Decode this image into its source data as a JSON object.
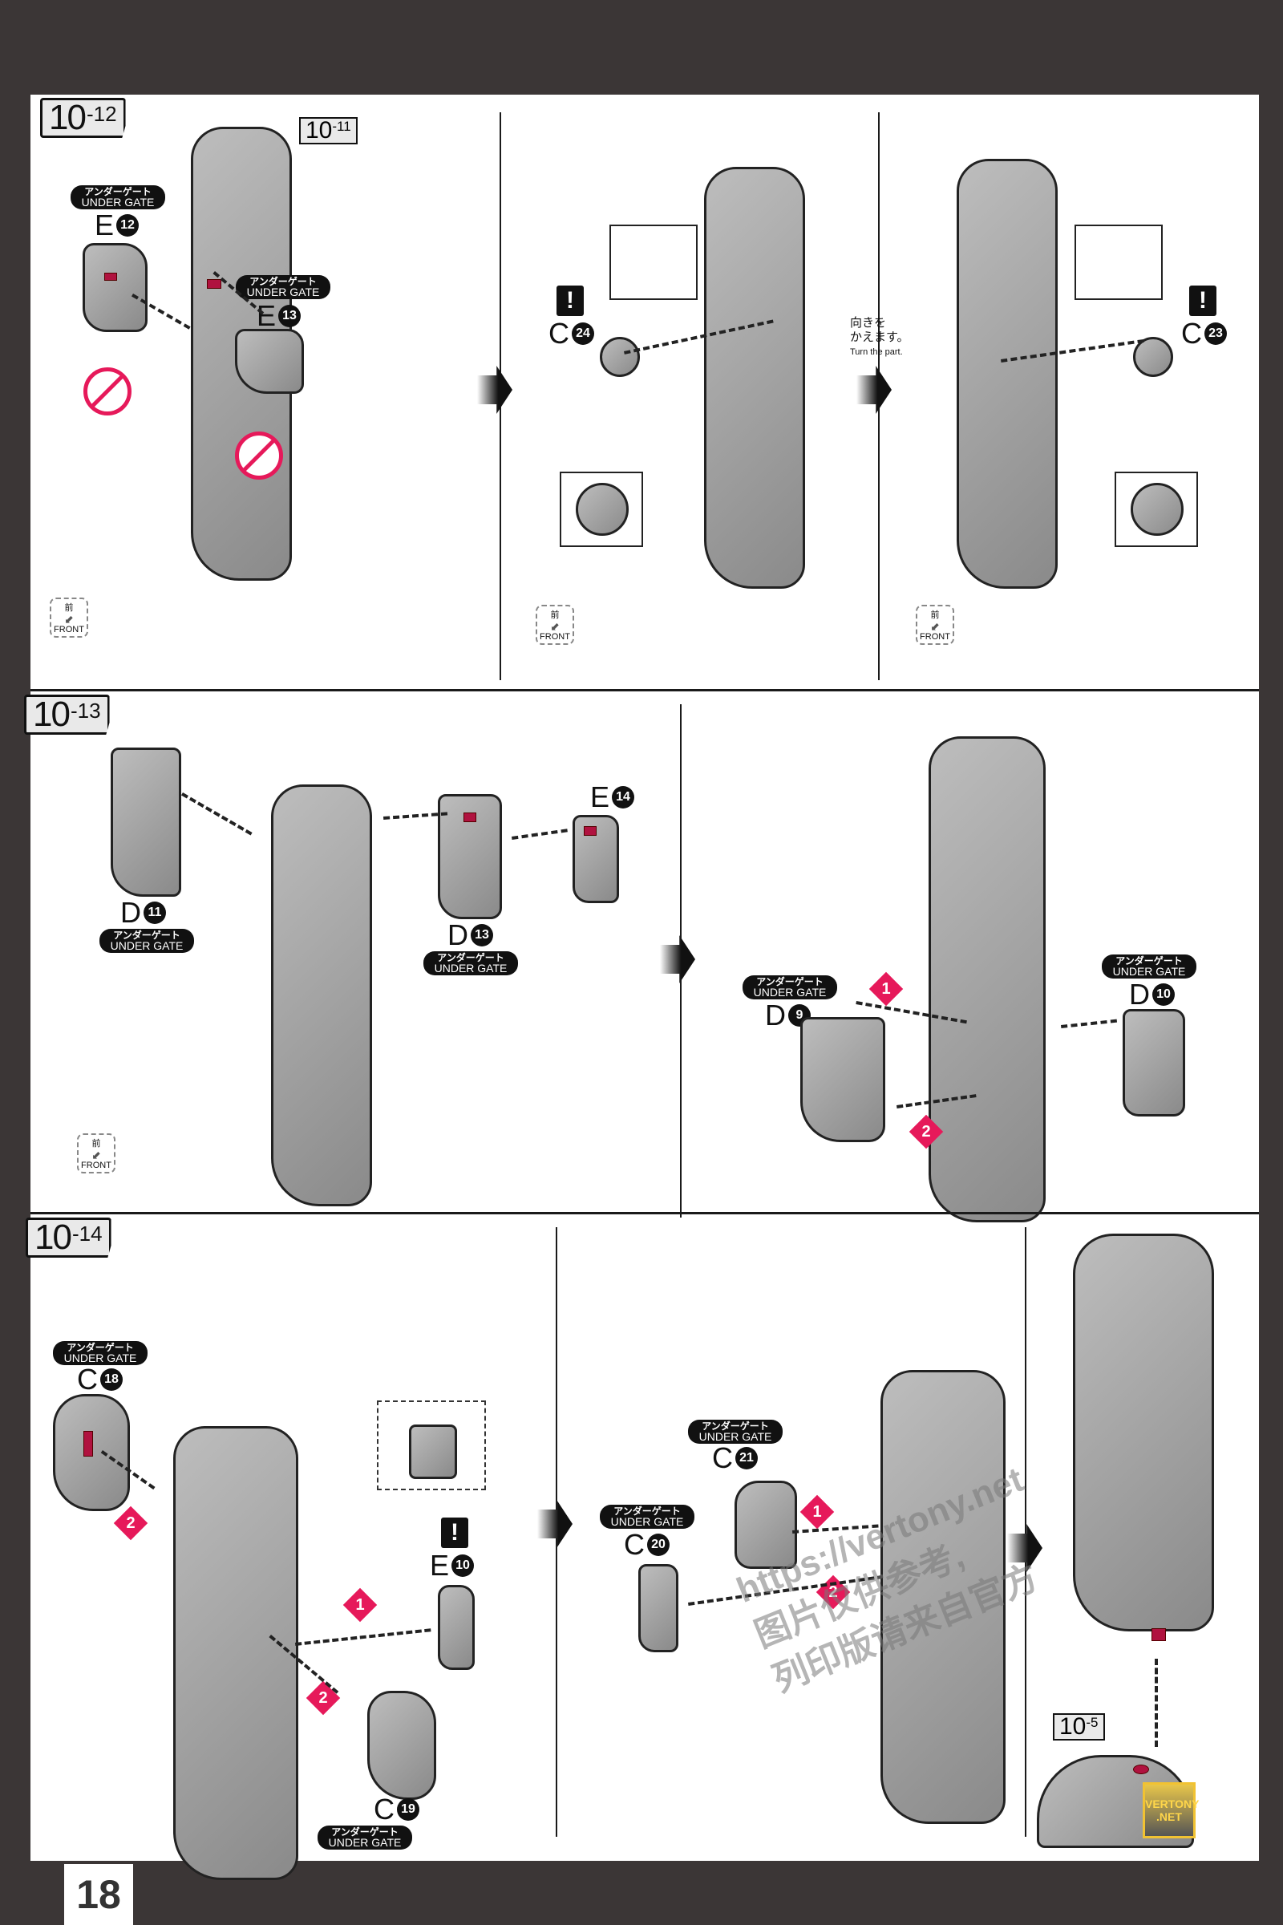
{
  "page": {
    "page_number": "18",
    "watermark": {
      "url": "https://vertony.net",
      "line2": "图片仅供参考,",
      "line3": "列印版请来自官方"
    },
    "badge": {
      "line1": "VERTONY",
      "line2": ".NET"
    }
  },
  "labels": {
    "under_gate_jp": "アンダーゲート",
    "under_gate_en": "UNDER GATE",
    "front_jp": "前",
    "front_en": "FRONT",
    "warning_symbol": "!"
  },
  "colors": {
    "accent": "#e6195a",
    "part_red": "#b0123f",
    "frame": "#3b3636"
  },
  "steps": [
    {
      "id": "10-12",
      "major": "10",
      "minor": "-12",
      "ref": {
        "major": "10",
        "minor": "-11"
      },
      "parts": [
        {
          "runner": "E",
          "number": "12",
          "under_gate": true,
          "no_nipper": true
        },
        {
          "runner": "E",
          "number": "13",
          "under_gate": true,
          "no_nipper": true
        }
      ],
      "substeps": [
        {
          "parts": [
            {
              "runner": "C",
              "number": "24",
              "warning": true
            }
          ]
        },
        {
          "note_jp_1": "向きを",
          "note_jp_2": "かえます。",
          "note_en": "Turn the part.",
          "parts": [
            {
              "runner": "C",
              "number": "23",
              "warning": true
            }
          ]
        }
      ]
    },
    {
      "id": "10-13",
      "major": "10",
      "minor": "-13",
      "parts": [
        {
          "runner": "D",
          "number": "11",
          "under_gate": true
        },
        {
          "runner": "D",
          "number": "13",
          "under_gate": true
        },
        {
          "runner": "E",
          "number": "14",
          "under_gate": false
        }
      ],
      "substeps": [
        {
          "parts": [
            {
              "runner": "D",
              "number": "9",
              "under_gate": true
            },
            {
              "runner": "D",
              "number": "10",
              "under_gate": true
            }
          ],
          "order": [
            "1",
            "2"
          ]
        }
      ]
    },
    {
      "id": "10-14",
      "major": "10",
      "minor": "-14",
      "parts": [
        {
          "runner": "C",
          "number": "18",
          "under_gate": true
        },
        {
          "runner": "E",
          "number": "10",
          "warning": true
        },
        {
          "runner": "C",
          "number": "19",
          "under_gate": true
        }
      ],
      "order": [
        "1",
        "2"
      ],
      "substeps": [
        {
          "parts": [
            {
              "runner": "C",
              "number": "21",
              "under_gate": true
            },
            {
              "runner": "C",
              "number": "20",
              "under_gate": true
            }
          ],
          "order": [
            "1",
            "2"
          ]
        },
        {
          "ref": {
            "major": "10",
            "minor": "-5"
          }
        }
      ]
    }
  ]
}
